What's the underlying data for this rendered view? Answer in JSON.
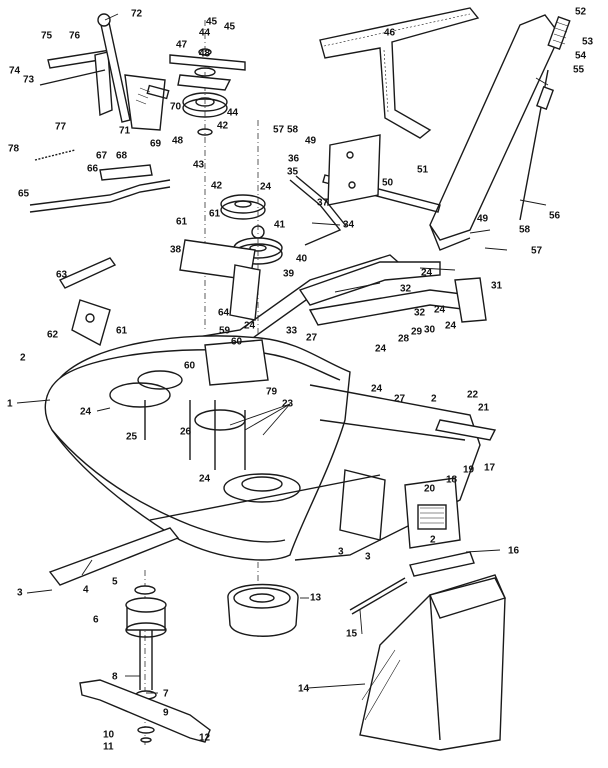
{
  "diagram": {
    "part_numbers": [
      "1",
      "2",
      "2",
      "2",
      "3",
      "3",
      "3",
      "4",
      "5",
      "6",
      "7",
      "8",
      "9",
      "10",
      "11",
      "12",
      "13",
      "14",
      "15",
      "16",
      "17",
      "18",
      "19",
      "20",
      "21",
      "22",
      "23",
      "24",
      "24",
      "24",
      "24",
      "24",
      "24",
      "24",
      "24",
      "24",
      "25",
      "26",
      "27",
      "27",
      "28",
      "29",
      "30",
      "31",
      "32",
      "32",
      "33",
      "34",
      "35",
      "36",
      "37",
      "38",
      "39",
      "40",
      "41",
      "42",
      "42",
      "43",
      "44",
      "44",
      "45",
      "45",
      "46",
      "47",
      "48",
      "48",
      "49",
      "49",
      "50",
      "51",
      "52",
      "53",
      "54",
      "55",
      "56",
      "57",
      "57",
      "58",
      "58",
      "59",
      "60",
      "60",
      "61",
      "61",
      "61",
      "62",
      "63",
      "64",
      "65",
      "66",
      "67",
      "68",
      "69",
      "70",
      "71",
      "72",
      "73",
      "74",
      "75",
      "76",
      "77",
      "78",
      "79"
    ]
  }
}
